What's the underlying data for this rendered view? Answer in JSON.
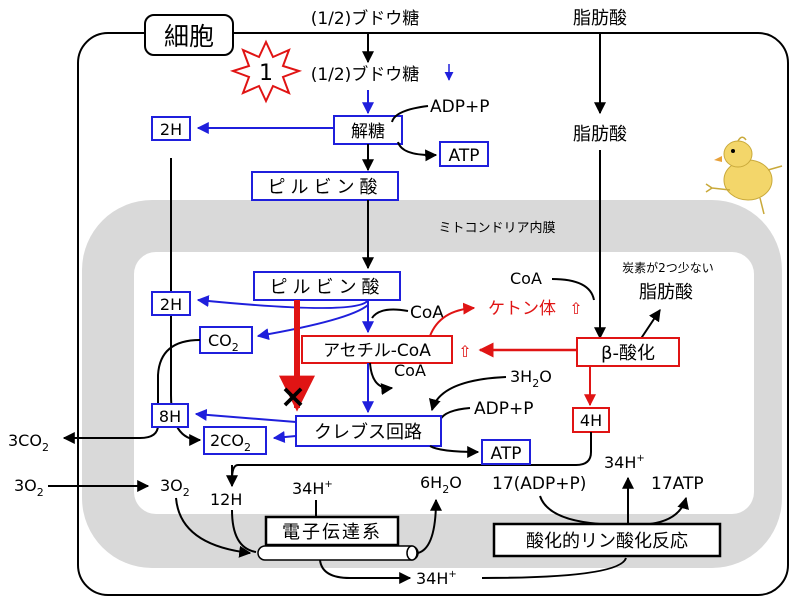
{
  "cell_label": "細胞",
  "mito_label": "ミトコンドリア内膜",
  "glucose_outside": "(1/2)ブドウ糖",
  "glucose_inside": "(1/2)ブドウ糖",
  "fatty_acid_outside": "脂肪酸",
  "fatty_acid_inside": "脂肪酸",
  "fatty_acid_short_note": "炭素が2つ少ない",
  "fatty_acid_short": "脂肪酸",
  "starburst_number": "1",
  "glycolysis": "解糖",
  "adp_p_1": "ADP+P",
  "atp_1": "ATP",
  "pyruvate_1": "ピルビン酸",
  "pyruvate_2": "ピルビン酸",
  "h2_1": "2H",
  "h2_2": "2H",
  "co2_box": {
    "main": "CO",
    "sub": "2"
  },
  "coa_1": "CoA",
  "coa_2": "CoA",
  "coa_3": "CoA",
  "ketone": "ケトン体",
  "acetyl_coa": "アセチル-CoA",
  "beta_ox": "β-酸化",
  "h2o_3": {
    "pre": "3H",
    "sub": "2",
    "post": "O"
  },
  "adp_p_2": "ADP+P",
  "krebs": "クレブス回路",
  "h8": "8H",
  "co2_2": {
    "pre": "2CO",
    "sub": "2"
  },
  "atp_2": "ATP",
  "h4": "4H",
  "co2_3": {
    "pre": "3CO",
    "sub": "2"
  },
  "o2_left": {
    "pre": "3O",
    "sub": "2"
  },
  "o2_inner": {
    "pre": "3O",
    "sub": "2"
  },
  "h12": "12H",
  "h34_a": {
    "main": "34H",
    "sup": "+"
  },
  "h2o_6": {
    "pre": "6H",
    "sub": "2",
    "post": "O"
  },
  "adp_17": "17(ADP+P)",
  "h34_b": {
    "main": "34H",
    "sup": "+"
  },
  "atp_17": "17ATP",
  "etc": "電子伝達系",
  "oxphos": "酸化的リン酸化反応",
  "h34_c": {
    "main": "34H",
    "sup": "+"
  },
  "colors": {
    "blue": "#1f1fdc",
    "red": "#e01414",
    "black": "#000000",
    "gray": "#d9d9d9"
  }
}
